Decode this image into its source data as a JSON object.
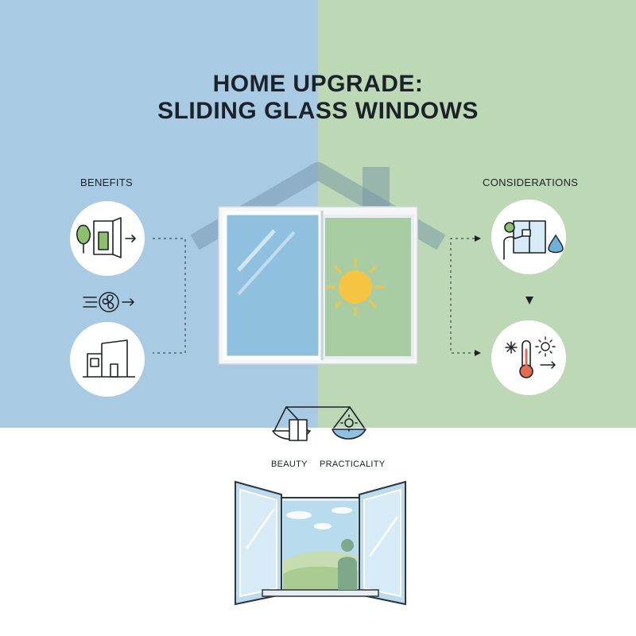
{
  "title": {
    "line1": "HOME UPGRADE:",
    "line2": "SLIDING GLASS WINDOWS"
  },
  "left_heading": "BENEFITS",
  "right_heading": "CONSIDERATIONS",
  "balance": {
    "left_label": "BEAUTY",
    "right_label": "PRACTICALITY"
  },
  "colors": {
    "left_panel": "#a8cbe3",
    "right_panel": "#bcd8b5",
    "ink": "#1b2229",
    "sun": "#f6c443",
    "accent_green": "#8dc06a",
    "accent_blue": "#6fb0d8"
  },
  "icons": [
    "house-silhouette-icon",
    "sliding-window-icon",
    "sun-icon",
    "tree-door-icon",
    "fan-airflow-icon",
    "modern-house-icon",
    "window-cleaning-icon",
    "water-drop-icon",
    "thermometer-icon",
    "snowflake-icon",
    "balance-scale-icon",
    "open-window-icon",
    "person-silhouette-icon"
  ]
}
